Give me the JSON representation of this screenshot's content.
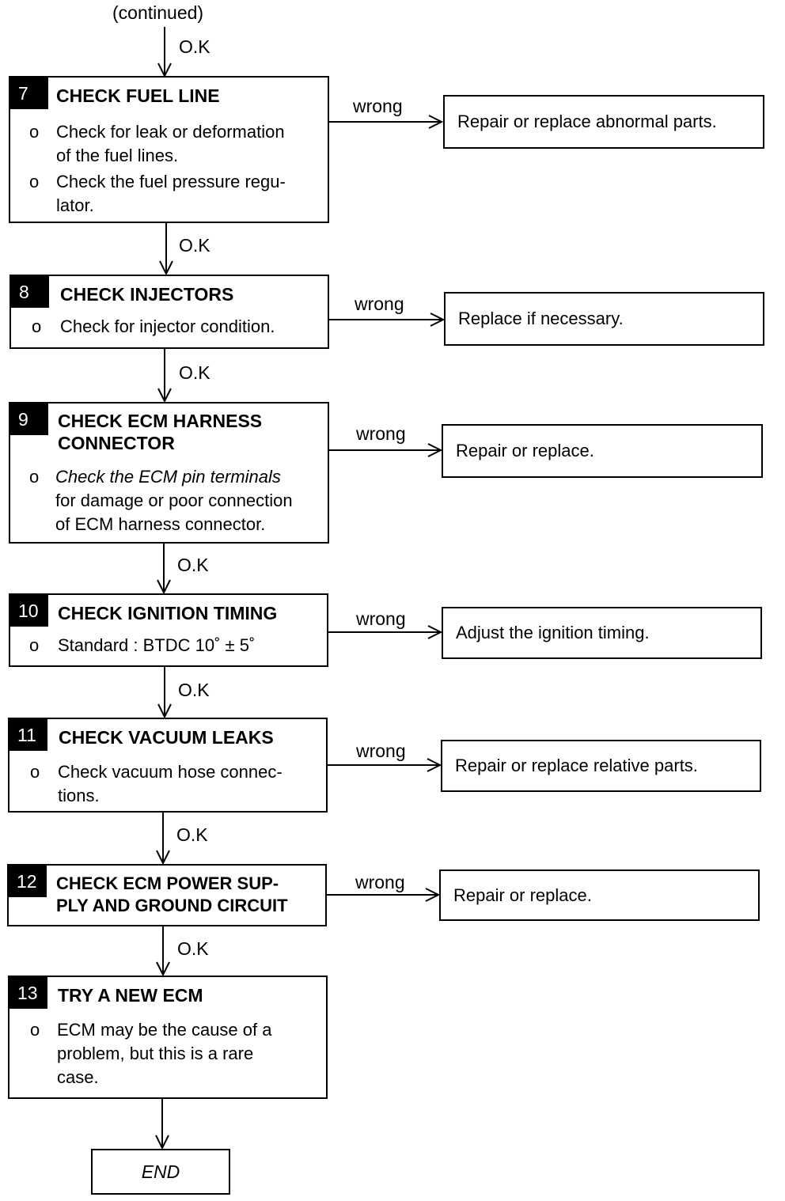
{
  "continued": "(continued)",
  "ok_label": "O.K",
  "wrong_label": "wrong",
  "end_label": "END",
  "steps": [
    {
      "num": "7",
      "title": "CHECK FUEL LINE",
      "bullets": [
        {
          "mark": "o",
          "text": "Check for leak or deformation\n of the fuel lines."
        },
        {
          "mark": "o",
          "text": "Check the fuel pressure regu-\nlator."
        }
      ],
      "result": "Repair or replace abnormal parts."
    },
    {
      "num": "8",
      "title": "CHECK INJECTORS",
      "bullets": [
        {
          "mark": "o",
          "text": "Check for injector condition."
        }
      ],
      "result": "Replace if necessary."
    },
    {
      "num": "9",
      "title": "CHECK ECM HARNESS\nCONNECTOR",
      "bullets": [
        {
          "mark": "o",
          "text_italic": "Check the ECM pin terminals",
          "text": "for damage or poor connection\nof ECM harness connector."
        }
      ],
      "result": "Repair or replace."
    },
    {
      "num": "10",
      "title": "CHECK IGNITION TIMING",
      "bullets": [
        {
          "mark": "o",
          "text": "Standard : BTDC 10˚ ± 5˚"
        }
      ],
      "result": "Adjust the ignition timing."
    },
    {
      "num": "11",
      "title": "CHECK VACUUM LEAKS",
      "bullets": [
        {
          "mark": "o",
          "text": "Check vacuum hose connec-\ntions."
        }
      ],
      "result": "Repair or replace relative parts."
    },
    {
      "num": "12",
      "title": "CHECK ECM POWER SUP-\nPLY AND GROUND CIRCUIT",
      "bullets": [],
      "result": "Repair or replace."
    },
    {
      "num": "13",
      "title": "TRY A NEW ECM",
      "bullets": [
        {
          "mark": "o",
          "text": "ECM may be the cause of a\n problem, but this is a rare\ncase."
        }
      ]
    }
  ]
}
